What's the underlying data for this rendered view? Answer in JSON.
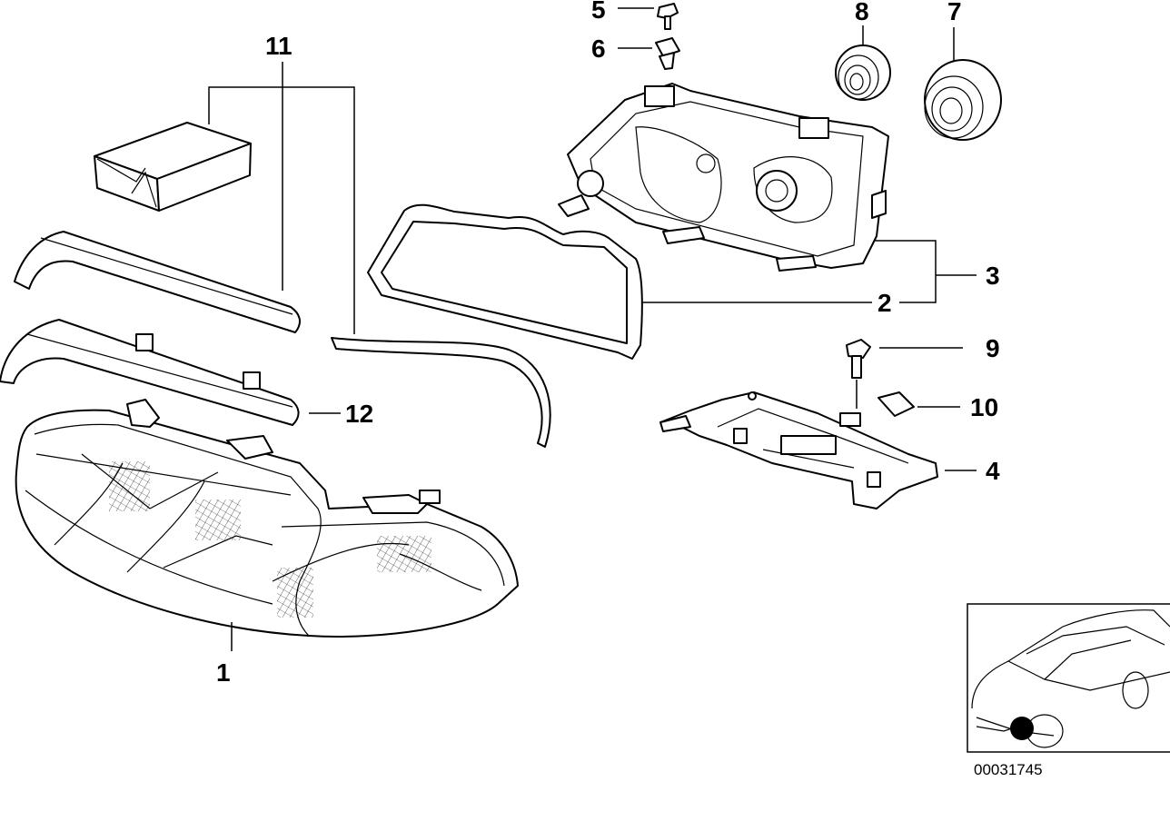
{
  "diagram": {
    "catalog_number": "00031745",
    "callouts": [
      {
        "id": "c1",
        "label": "1"
      },
      {
        "id": "c2",
        "label": "2"
      },
      {
        "id": "c3",
        "label": "3"
      },
      {
        "id": "c4",
        "label": "4"
      },
      {
        "id": "c5",
        "label": "5"
      },
      {
        "id": "c6",
        "label": "6"
      },
      {
        "id": "c7",
        "label": "7"
      },
      {
        "id": "c8",
        "label": "8"
      },
      {
        "id": "c9",
        "label": "9"
      },
      {
        "id": "c10",
        "label": "10"
      },
      {
        "id": "c11",
        "label": "11"
      },
      {
        "id": "c12",
        "label": "12"
      }
    ]
  }
}
